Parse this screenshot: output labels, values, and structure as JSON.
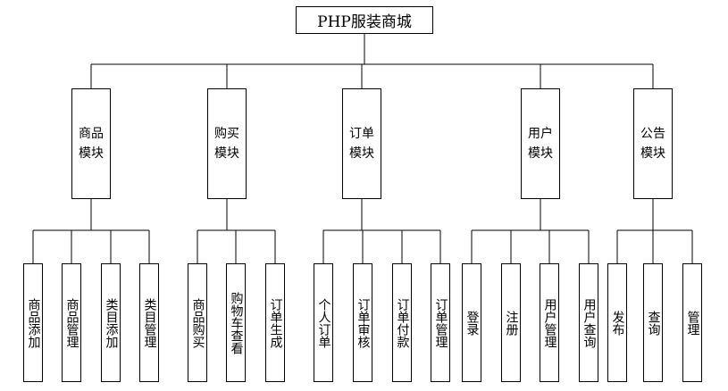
{
  "root": {
    "label": "PHP服装商城"
  },
  "modules": [
    {
      "label": "商品\n模块",
      "children": [
        "商品添加",
        "商品管理",
        "类目添加",
        "类目管理"
      ]
    },
    {
      "label": "购买\n模块",
      "children": [
        "商品购买",
        "购物车查看",
        "订单生成"
      ]
    },
    {
      "label": "订单\n模块",
      "children": [
        "个人订单",
        "订单审核",
        "订单付款",
        "订单管理"
      ]
    },
    {
      "label": "用户\n模块",
      "children": [
        "登录",
        "注册",
        "用户管理",
        "用户查询"
      ]
    },
    {
      "label": "公告\n模块",
      "children": [
        "发布",
        "查询",
        "管理"
      ]
    }
  ]
}
